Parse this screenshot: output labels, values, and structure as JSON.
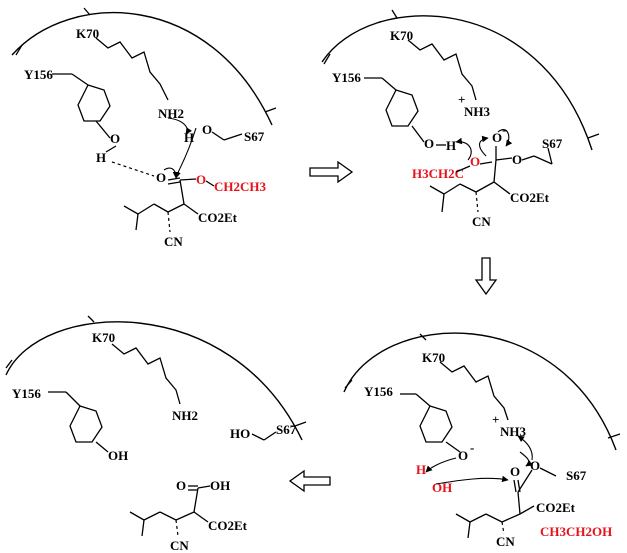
{
  "panel1": {
    "k70": "K70",
    "y156": "Y156",
    "nh2": "NH2",
    "oh_o": "O",
    "oh_h": "H",
    "ser_h": "H",
    "ser_o": "O",
    "s67": "S67",
    "carbonyl_o": "O",
    "ester_o": "O",
    "ethyl": "CH2CH3",
    "co2et": "CO2Et",
    "cn": "CN"
  },
  "panel2": {
    "k70": "K70",
    "y156": "Y156",
    "nh3": "NH3",
    "plus": "+",
    "phenol_o": "O",
    "phenol_h": "H",
    "ethyl": "H3CH2C",
    "ethyl_o": "O",
    "ox_o": "O",
    "ox_minus": "-",
    "ser_o": "O",
    "s67": "S67",
    "co2et": "CO2Et",
    "cn": "CN"
  },
  "panel3": {
    "k70": "K70",
    "y156": "Y156",
    "nh3": "NH3",
    "plus": "+",
    "phenolate_o": "O",
    "minus": "-",
    "water_h": "H",
    "water_oh": "OH",
    "carbonyl_o": "O",
    "ser_o": "O",
    "s67": "S67",
    "co2et": "CO2Et",
    "cn": "CN",
    "ethanol": "CH3CH2OH"
  },
  "panel4": {
    "k70": "K70",
    "y156": "Y156",
    "nh2": "NH2",
    "phenol_oh": "OH",
    "ho": "HO",
    "s67": "S67",
    "acid_o": "O",
    "acid_oh": "OH",
    "co2et": "CO2Et",
    "cn": "CN"
  },
  "colors": {
    "highlight": "#e8101a",
    "ink": "#000000"
  }
}
